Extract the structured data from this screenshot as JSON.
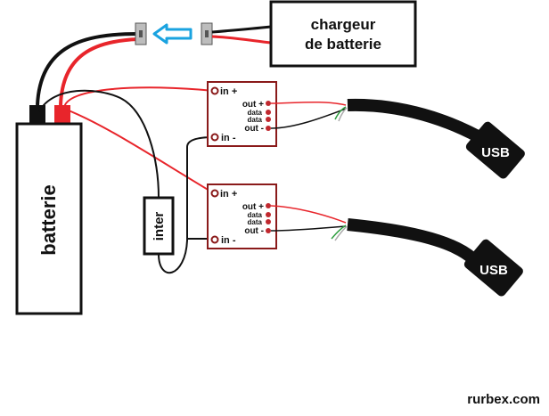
{
  "labels": {
    "charger_line1": "chargeur",
    "charger_line2": "de batterie",
    "battery": "batterie",
    "switch": "inter",
    "usb_top": "USB",
    "usb_bottom": "USB",
    "watermark": "rurbex.com"
  },
  "module_top": {
    "in_plus": "in +",
    "in_minus": "in -",
    "out_plus": "out +",
    "data1": "data",
    "data2": "data",
    "out_minus": "out -"
  },
  "module_bottom": {
    "in_plus": "in +",
    "in_minus": "in -",
    "out_plus": "out +",
    "data1": "data",
    "data2": "data",
    "out_minus": "out -"
  },
  "colors": {
    "wire_positive": "#e8252b",
    "wire_negative": "#111111",
    "arrow": "#1aa3e0",
    "module_border": "#8a1a1a",
    "connector_gray": "#bdbdbd",
    "data_green": "#2e9e3e"
  },
  "icons": {
    "plug_direction": "arrow-left-icon"
  }
}
